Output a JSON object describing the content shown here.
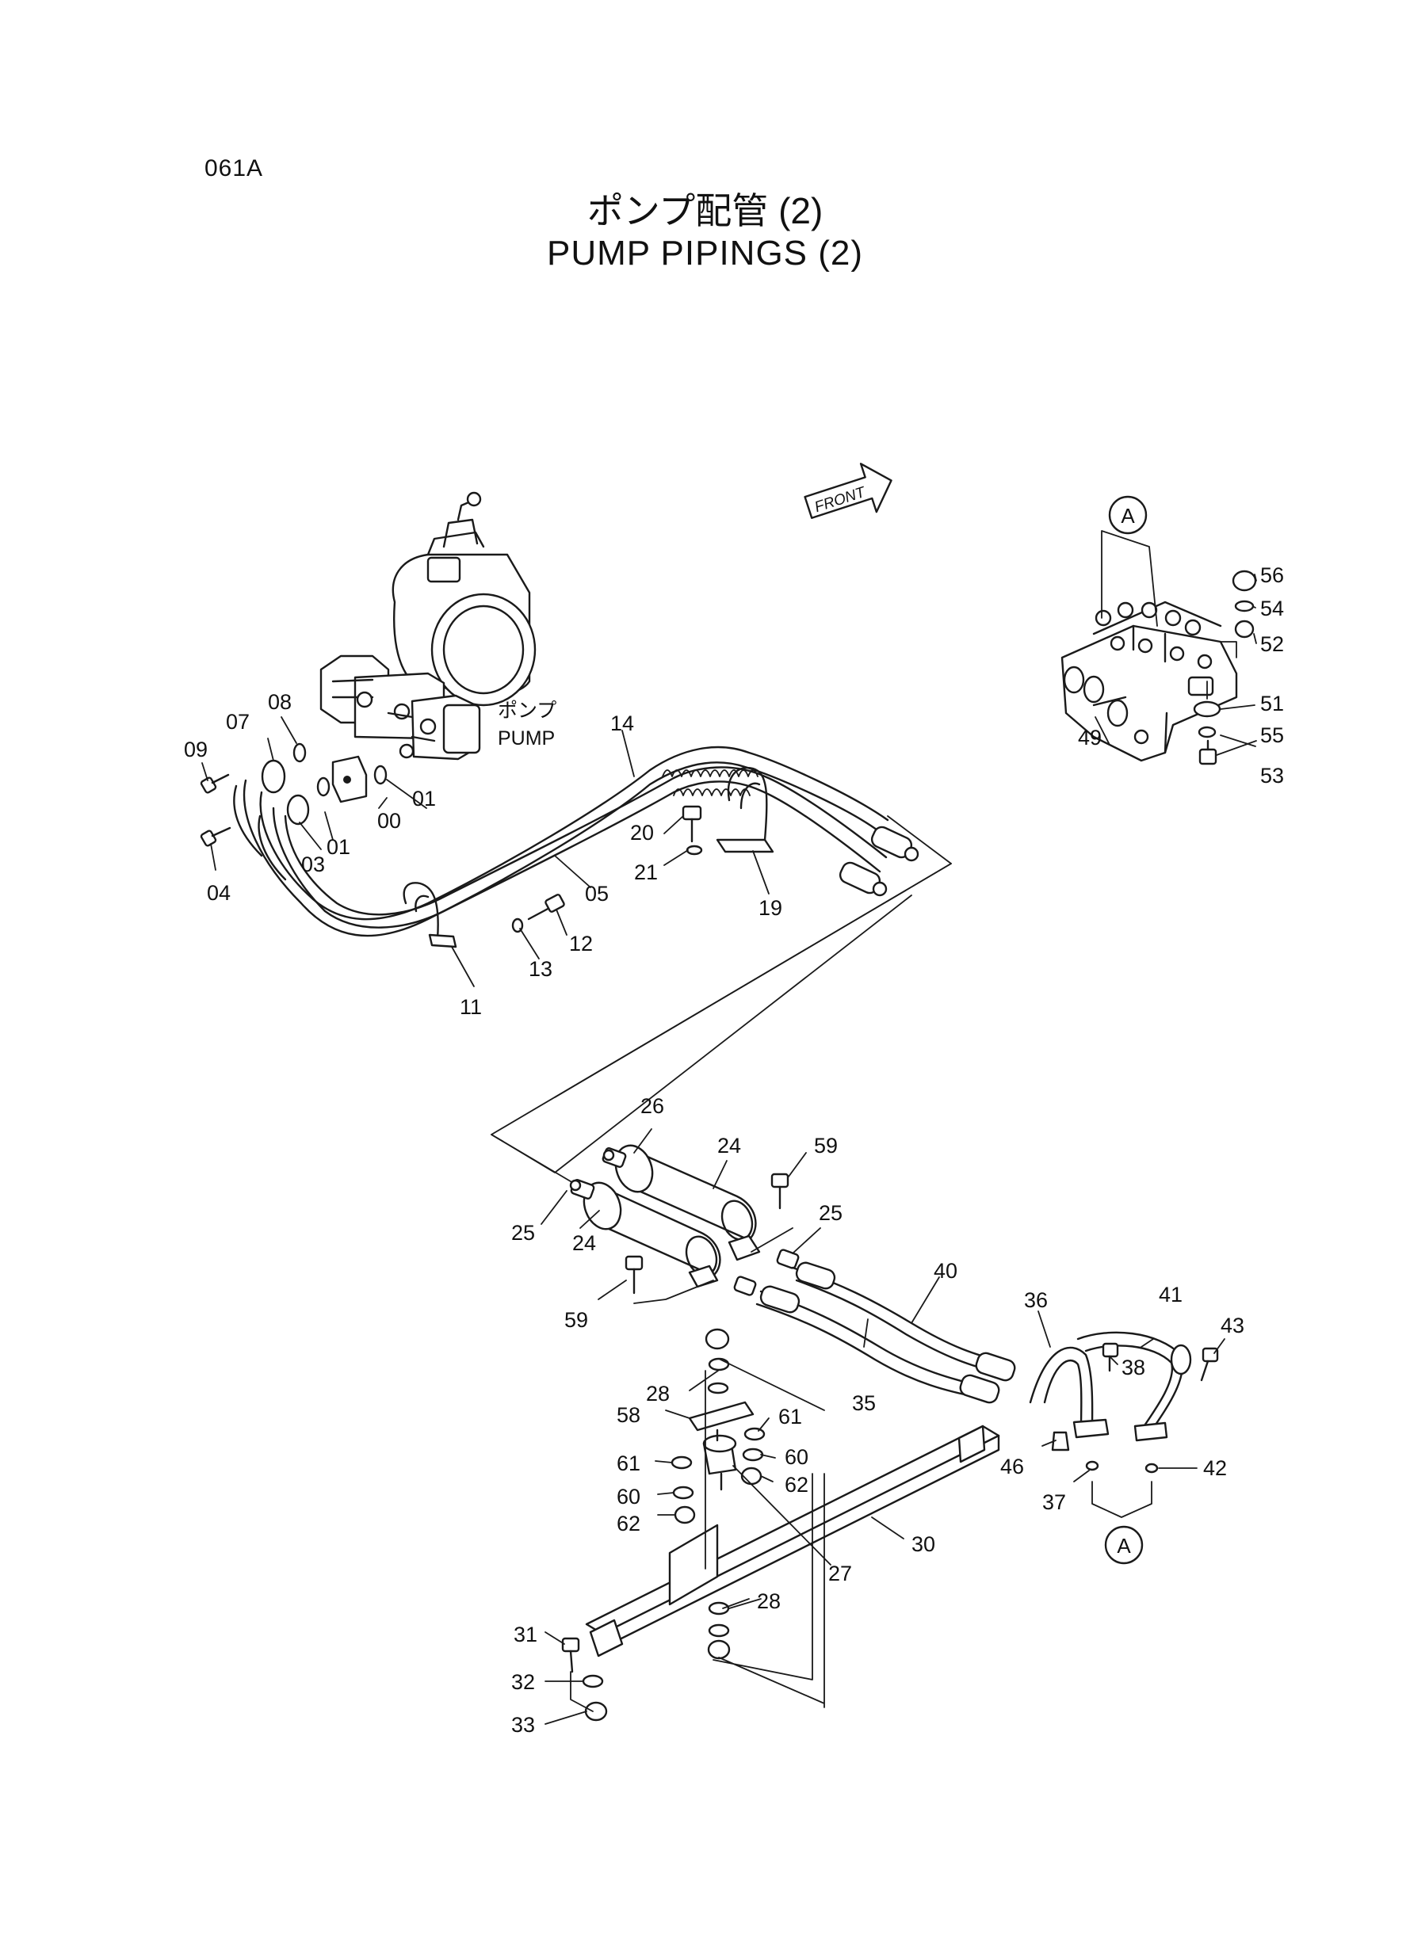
{
  "page_code": "061A",
  "title_jp": "ポンプ配管 (2)",
  "title_en": "PUMP PIPINGS (2)",
  "pump_label_jp": "ポンプ",
  "pump_label_en": "PUMP",
  "front_label": "FRONT",
  "ref_marker": "A",
  "callouts": [
    {
      "id": "c00",
      "text": "00"
    },
    {
      "id": "c01a",
      "text": "01"
    },
    {
      "id": "c01b",
      "text": "01"
    },
    {
      "id": "c03",
      "text": "03"
    },
    {
      "id": "c04",
      "text": "04"
    },
    {
      "id": "c05",
      "text": "05"
    },
    {
      "id": "c07",
      "text": "07"
    },
    {
      "id": "c08",
      "text": "08"
    },
    {
      "id": "c09",
      "text": "09"
    },
    {
      "id": "c11",
      "text": "11"
    },
    {
      "id": "c12",
      "text": "12"
    },
    {
      "id": "c13",
      "text": "13"
    },
    {
      "id": "c14",
      "text": "14"
    },
    {
      "id": "c19",
      "text": "19"
    },
    {
      "id": "c20",
      "text": "20"
    },
    {
      "id": "c21",
      "text": "21"
    },
    {
      "id": "c24a",
      "text": "24"
    },
    {
      "id": "c24b",
      "text": "24"
    },
    {
      "id": "c25a",
      "text": "25"
    },
    {
      "id": "c25b",
      "text": "25"
    },
    {
      "id": "c26",
      "text": "26"
    },
    {
      "id": "c27",
      "text": "27"
    },
    {
      "id": "c28a",
      "text": "28"
    },
    {
      "id": "c28b",
      "text": "28"
    },
    {
      "id": "c30",
      "text": "30"
    },
    {
      "id": "c31",
      "text": "31"
    },
    {
      "id": "c32",
      "text": "32"
    },
    {
      "id": "c33",
      "text": "33"
    },
    {
      "id": "c35",
      "text": "35"
    },
    {
      "id": "c36",
      "text": "36"
    },
    {
      "id": "c37",
      "text": "37"
    },
    {
      "id": "c38",
      "text": "38"
    },
    {
      "id": "c40",
      "text": "40"
    },
    {
      "id": "c41",
      "text": "41"
    },
    {
      "id": "c42",
      "text": "42"
    },
    {
      "id": "c43",
      "text": "43"
    },
    {
      "id": "c46",
      "text": "46"
    },
    {
      "id": "c49",
      "text": "49"
    },
    {
      "id": "c51",
      "text": "51"
    },
    {
      "id": "c52",
      "text": "52"
    },
    {
      "id": "c53",
      "text": "53"
    },
    {
      "id": "c54",
      "text": "54"
    },
    {
      "id": "c55",
      "text": "55"
    },
    {
      "id": "c56",
      "text": "56"
    },
    {
      "id": "c58",
      "text": "58"
    },
    {
      "id": "c59a",
      "text": "59"
    },
    {
      "id": "c59b",
      "text": "59"
    },
    {
      "id": "c60a",
      "text": "60"
    },
    {
      "id": "c60b",
      "text": "60"
    },
    {
      "id": "c61a",
      "text": "61"
    },
    {
      "id": "c61b",
      "text": "61"
    },
    {
      "id": "c62a",
      "text": "62"
    },
    {
      "id": "c62b",
      "text": "62"
    }
  ]
}
